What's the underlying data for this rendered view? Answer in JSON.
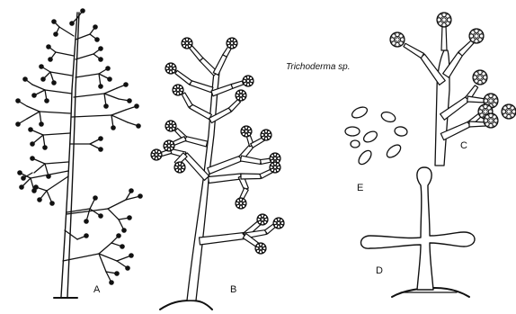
{
  "title": "Trichoderma sp.",
  "panels": {
    "a": {
      "label": "A"
    },
    "b": {
      "label": "B"
    },
    "c": {
      "label": "C"
    },
    "d": {
      "label": "D"
    },
    "e": {
      "label": "E"
    }
  }
}
